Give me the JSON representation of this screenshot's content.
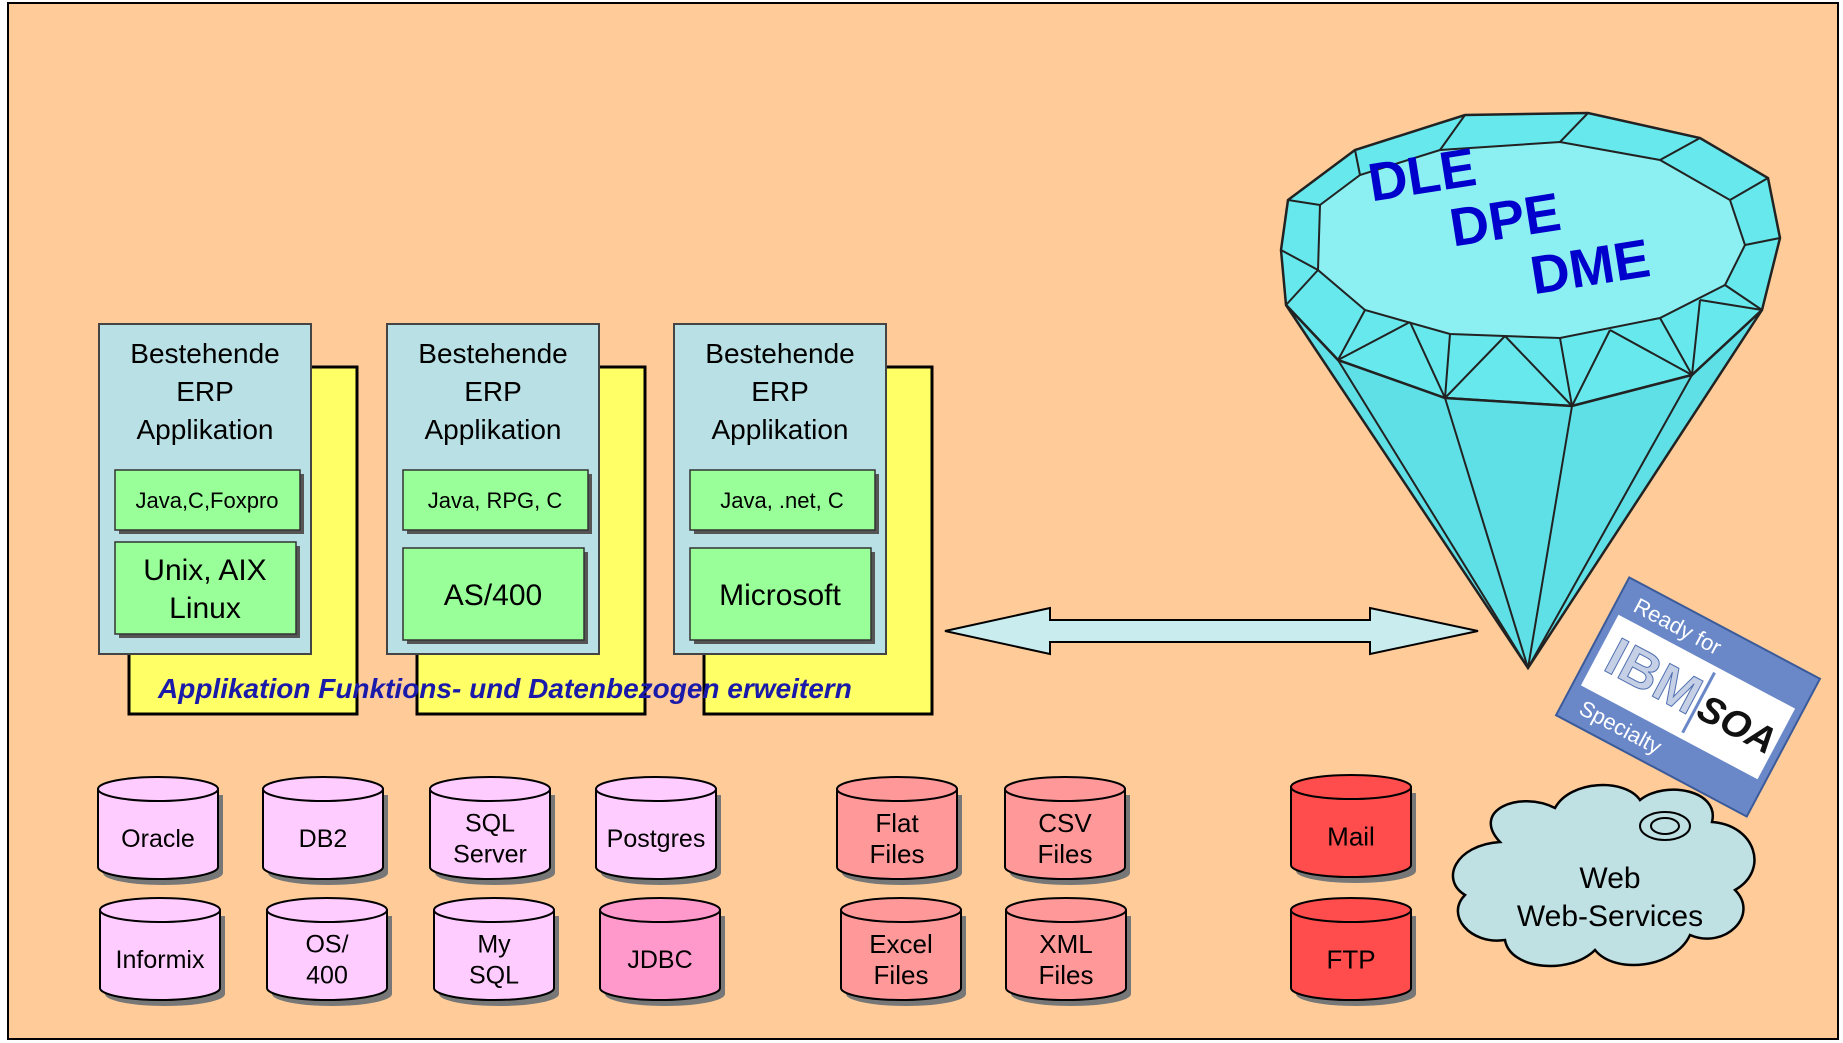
{
  "colors": {
    "background": "#FFCC99",
    "app_panel": "#B9E0E4",
    "tech_box": "#99FF99",
    "yellow_back": "#FFFF66",
    "db_pink": "#FFCCFF",
    "db_jdbc": "#FF99CC",
    "file_salmon": "#FF9999",
    "net_red": "#FF4C4C",
    "cloud": "#BFE1E4",
    "diamond": "#66E8EC",
    "diamond_text": "#0000CC",
    "banner_text": "#1A1AAA",
    "arrow_fill": "#C9ECEE"
  },
  "applications": [
    {
      "title": [
        "Bestehende",
        "ERP",
        "Applikation"
      ],
      "languages": "Java,C,Foxpro",
      "platform": [
        "Unix, AIX",
        "Linux"
      ]
    },
    {
      "title": [
        "Bestehende",
        "ERP",
        "Applikation"
      ],
      "languages": "Java, RPG, C",
      "platform": [
        "AS/400"
      ]
    },
    {
      "title": [
        "Bestehende",
        "ERP",
        "Applikation"
      ],
      "languages": "Java, .net, C",
      "platform": [
        "Microsoft"
      ]
    }
  ],
  "banner": "Applikation Funktions- und Datenbezogen erweitern",
  "diamond": {
    "labels": [
      "DLE",
      "DPE",
      "DME"
    ]
  },
  "badge": {
    "line1": "Ready for",
    "line2": "IBM",
    "line3": "SOA",
    "line4": "Specialty"
  },
  "databases": [
    {
      "label": [
        "Oracle"
      ],
      "kind": "db"
    },
    {
      "label": [
        "DB2"
      ],
      "kind": "db"
    },
    {
      "label": [
        "SQL",
        "Server"
      ],
      "kind": "db"
    },
    {
      "label": [
        "Postgres"
      ],
      "kind": "db"
    },
    {
      "label": [
        "Informix"
      ],
      "kind": "db"
    },
    {
      "label": [
        "OS/",
        "400"
      ],
      "kind": "db"
    },
    {
      "label": [
        "My",
        "SQL"
      ],
      "kind": "db"
    },
    {
      "label": [
        "JDBC"
      ],
      "kind": "jdbc"
    }
  ],
  "files": [
    {
      "label": [
        "Flat",
        "Files"
      ]
    },
    {
      "label": [
        "CSV",
        "Files"
      ]
    },
    {
      "label": [
        "Excel",
        "Files"
      ]
    },
    {
      "label": [
        "XML",
        "Files"
      ]
    }
  ],
  "network": [
    {
      "label": [
        "Mail"
      ]
    },
    {
      "label": [
        "FTP"
      ]
    }
  ],
  "cloud": {
    "label": [
      "Web",
      "Web-Services"
    ]
  }
}
